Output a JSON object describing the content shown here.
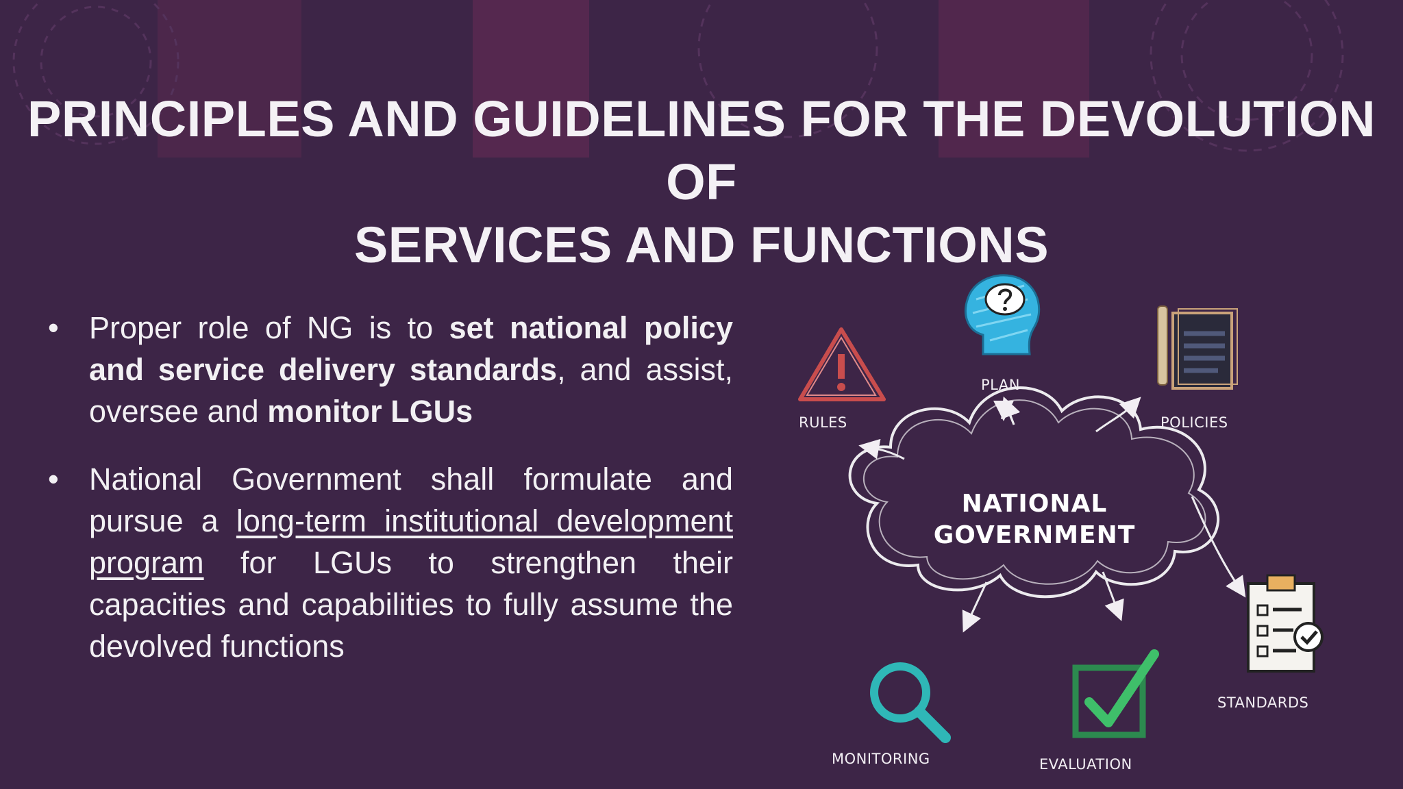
{
  "slide": {
    "title_lines": [
      "PRINCIPLES AND GUIDELINES FOR THE DEVOLUTION",
      "OF",
      "SERVICES AND FUNCTIONS"
    ],
    "bullets": [
      {
        "marker": "•",
        "parts": [
          {
            "text": "Proper role of NG is to ",
            "style": "normal"
          },
          {
            "text": "set national policy and service delivery standards",
            "style": "bold"
          },
          {
            "text": ", and assist, oversee and ",
            "style": "normal"
          },
          {
            "text": "monitor LGUs",
            "style": "bold"
          }
        ]
      },
      {
        "marker": "•",
        "parts": [
          {
            "text": "National Government shall formulate and pursue a ",
            "style": "normal"
          },
          {
            "text": "long-term institutional development program",
            "style": "underline"
          },
          {
            "text": " for LGUs to strengthen their capacities and capabilities to fully assume the devolved functions",
            "style": "normal"
          }
        ]
      }
    ]
  },
  "diagram": {
    "center_lines": [
      "NATIONAL",
      "GOVERNMENT"
    ],
    "nodes": [
      {
        "label": "RULES",
        "icon": "warning-triangle-icon"
      },
      {
        "label": "PLAN",
        "icon": "head-question-icon"
      },
      {
        "label": "POLICIES",
        "icon": "notepad-icon"
      },
      {
        "label": "STANDARDS",
        "icon": "clipboard-checklist-icon"
      },
      {
        "label": "EVALUATION",
        "icon": "checkbox-check-icon"
      },
      {
        "label": "MONITORING",
        "icon": "magnifier-icon"
      }
    ]
  },
  "colors": {
    "background": "#3d2547",
    "accent_red": "#c94d4d",
    "accent_blue": "#35b3e0",
    "accent_green": "#3fbf6a",
    "accent_teal": "#2fb7b7"
  }
}
